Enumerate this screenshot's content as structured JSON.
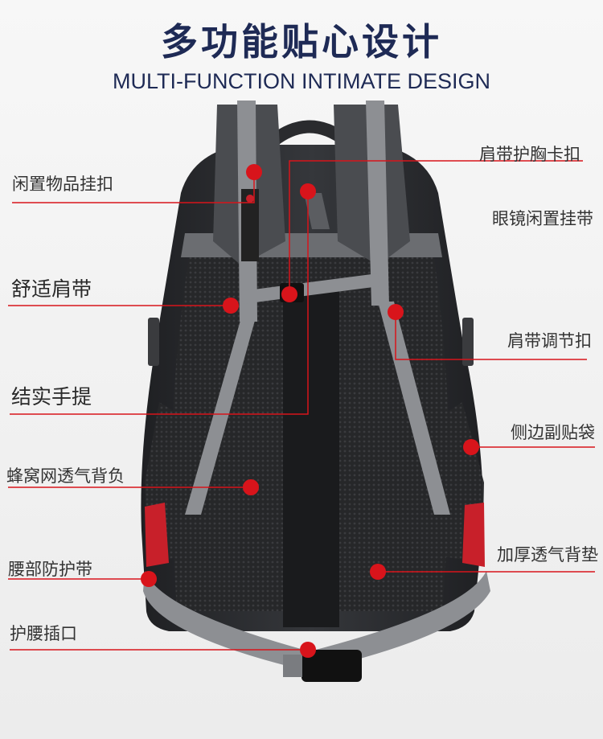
{
  "header": {
    "title_cn": "多功能贴心设计",
    "title_en": "MULTI-FUNCTION INTIMATE DESIGN"
  },
  "labels": {
    "idle_item_buckle": "闲置物品挂扣",
    "shoulder_chest_buckle": "肩带护胸卡扣",
    "glasses_hanger": "眼镜闲置挂带",
    "comfort_shoulder_strap": "舒适肩带",
    "strap_adjust_buckle": "肩带调节扣",
    "sturdy_handle": "结实手提",
    "side_pocket": "侧边副贴袋",
    "honeycomb_mesh_back": "蜂窝网透气背负",
    "thick_back_pad": "加厚透气背垫",
    "waist_belt": "腰部防护带",
    "waist_insert": "护腰插口"
  },
  "colors": {
    "title": "#1e2a55",
    "marker": "#d8141b",
    "bag_body": "#2b2d31",
    "strap": "#8d8f93",
    "accent_red": "#c8202a"
  }
}
